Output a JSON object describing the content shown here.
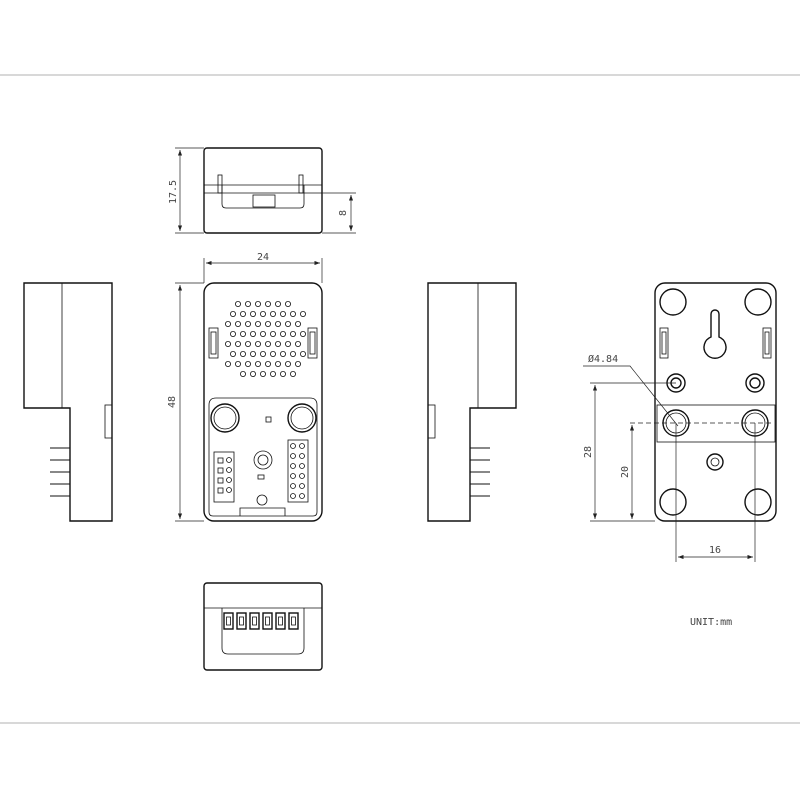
{
  "dimensions": {
    "height_top": "17.5",
    "height_side": "8",
    "width": "24",
    "length": "48",
    "hole_diameter": "Ø4.84",
    "mount_height_outer": "28",
    "mount_height_inner": "20",
    "hole_spacing": "16"
  },
  "unit_label": "UNIT:mm"
}
